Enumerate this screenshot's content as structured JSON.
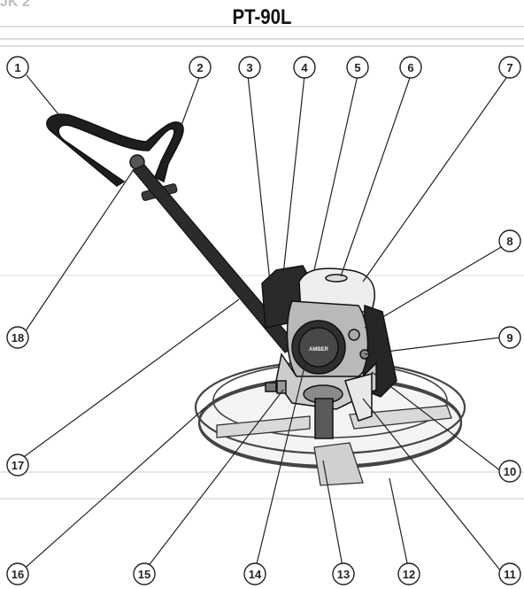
{
  "corner_label": "JK 2",
  "title": "PT-90L",
  "callouts": [
    "1",
    "2",
    "3",
    "4",
    "5",
    "6",
    "7",
    "8",
    "9",
    "10",
    "11",
    "12",
    "13",
    "14",
    "15",
    "16",
    "17",
    "18"
  ],
  "engine_badge": "AMBER",
  "colors": {
    "line": "#333333",
    "fill_dark": "#2a2a2a",
    "fill_mid": "#9a9a9a",
    "fill_light": "#e2e2e2",
    "rule": "#dddddd"
  }
}
